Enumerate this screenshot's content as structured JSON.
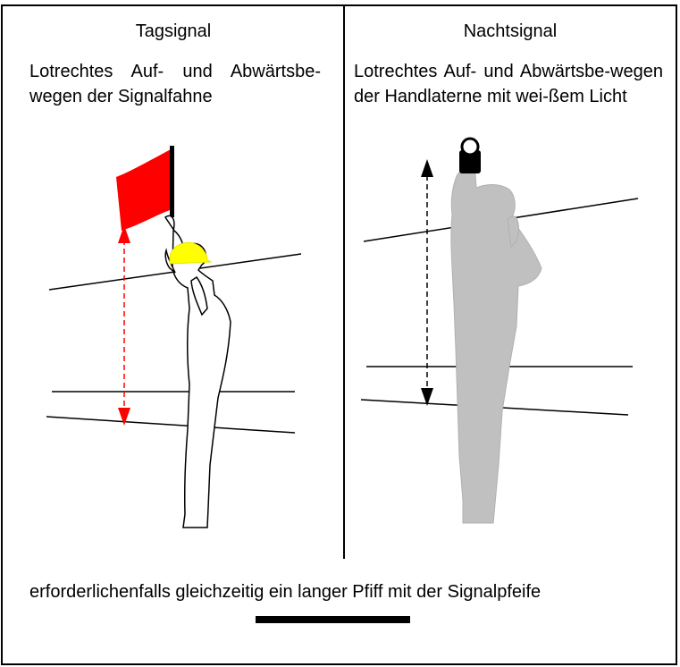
{
  "columns": {
    "tag": {
      "title": "Tagsignal",
      "description": "Lotrechtes Auf- und Abwärtsbe-wegen der Signalfahne"
    },
    "nacht": {
      "title": "Nachtsignal",
      "description": "Lotrechtes Auf- und Abwärtsbe-wegen der Handlaterne mit wei-ßem Licht"
    }
  },
  "footer": {
    "text": "erforderlichenfalls gleichzeitig ein langer Pfiff mit der Signalpfeife"
  },
  "colors": {
    "flag": "#ff0000",
    "helmet": "#ffff00",
    "arrow_day": "#ff0000",
    "figure_night": "#c0c0c0",
    "arrow_night": "#000000"
  },
  "icons": {
    "day_figure": "worker-with-flag-icon",
    "night_figure": "worker-with-lantern-icon",
    "long_whistle": "long-whistle-bar-icon"
  }
}
